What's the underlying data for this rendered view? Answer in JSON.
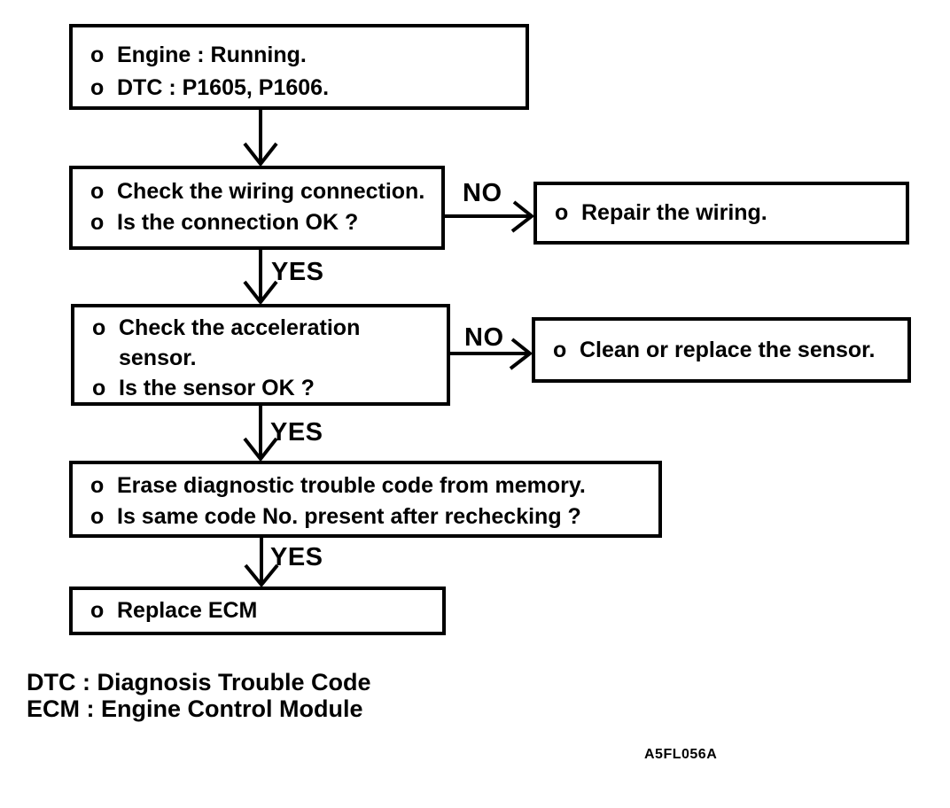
{
  "diagram": {
    "title_hint": "DTC P1605 / P1606 troubleshooting flowchart",
    "colors": {
      "ink": "#000000",
      "background": "#ffffff"
    },
    "labels": {
      "yes": "YES",
      "no": "NO"
    },
    "boxes": [
      {
        "name": "start",
        "lines": [
          {
            "bullet": "o",
            "text": "Engine : Running."
          },
          {
            "bullet": "o",
            "text": "DTC : P1605, P1606."
          }
        ]
      },
      {
        "name": "check-wiring",
        "lines": [
          {
            "bullet": "o",
            "text": "Check the wiring connection."
          },
          {
            "bullet": "o",
            "text": "Is the connection OK ?"
          }
        ]
      },
      {
        "name": "repair-wiring",
        "lines": [
          {
            "bullet": "o",
            "text": "Repair the wiring."
          }
        ]
      },
      {
        "name": "check-acceleration-sensor",
        "lines": [
          {
            "bullet": "o",
            "text": "Check the acceleration"
          },
          {
            "bullet": "",
            "text": "sensor."
          },
          {
            "bullet": "o",
            "text": "Is the sensor OK ?"
          }
        ]
      },
      {
        "name": "clean-or-replace-sensor",
        "lines": [
          {
            "bullet": "o",
            "text": "Clean or replace the sensor."
          }
        ]
      },
      {
        "name": "erase-dtc",
        "lines": [
          {
            "bullet": "o",
            "text": "Erase diagnostic trouble code from memory."
          },
          {
            "bullet": "o",
            "text": "Is same code No. present after rechecking ?"
          }
        ]
      },
      {
        "name": "replace-ecm",
        "lines": [
          {
            "bullet": "o",
            "text": "Replace ECM"
          }
        ]
      }
    ],
    "footnotes": [
      "DTC : Diagnosis Trouble Code",
      "ECM : Engine Control Module"
    ],
    "figure_code": "A5FL056A"
  }
}
